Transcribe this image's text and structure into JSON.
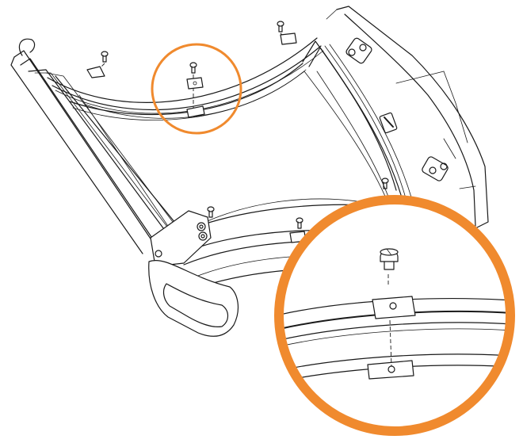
{
  "diagram": {
    "accent_color": "#f08a2e",
    "line_color": "#1a1a1a",
    "background_color": "#ffffff",
    "callout_small": {
      "icon": "magnifier-circle",
      "stroke": "#f08a2e"
    },
    "callout_large": {
      "icon": "magnifier-circle",
      "stroke": "#f08a2e"
    },
    "parts": [
      "curved-frame",
      "side-rail",
      "handle-bracket",
      "rear-panel",
      "screw",
      "clip-bracket"
    ]
  }
}
